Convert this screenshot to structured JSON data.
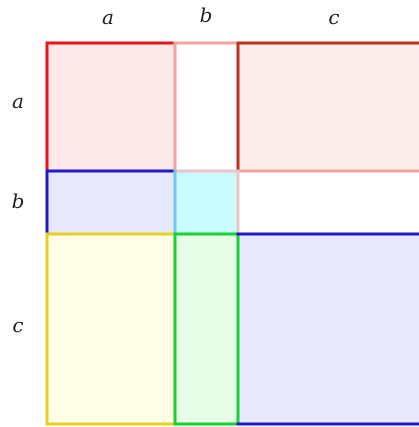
{
  "labels": {
    "top": [
      "a",
      "b",
      "c"
    ],
    "left": [
      "a",
      "b",
      "c"
    ]
  },
  "colors": {
    "red": "#e8141c",
    "red_fill": "#fde8e8",
    "pink": "#f2a2a2",
    "dark_red": "#c0301c",
    "orange_fill": "#faece8",
    "blue": "#2418c8",
    "blue_fill": "#e8e8fc",
    "cyan": "#70c8f0",
    "cyan_fill": "#c8fcfc",
    "yellow": "#e8d020",
    "yellow_fill": "#fefee8",
    "green": "#18d030",
    "green_fill": "#e8fde8",
    "light_pink": "#f0c0c8"
  }
}
